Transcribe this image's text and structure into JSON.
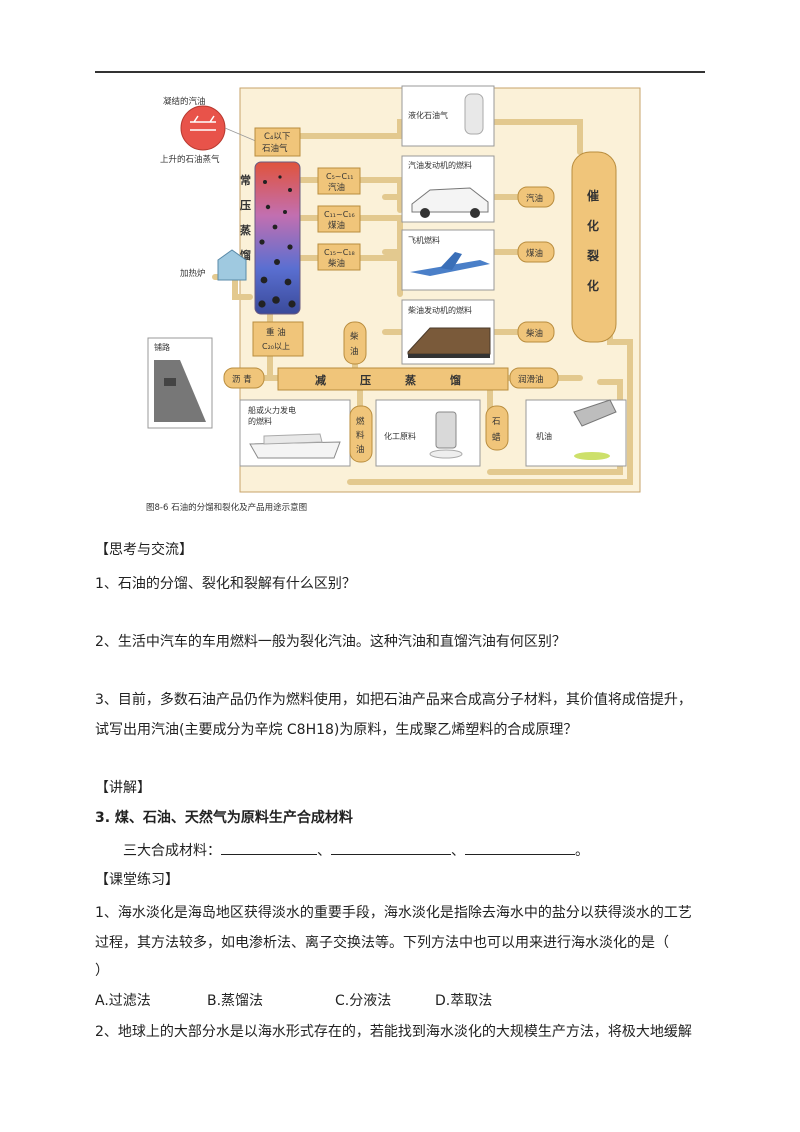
{
  "figure": {
    "caption": "图8-6   石油的分馏和裂化及产品用途示意图",
    "condensed_gas_label": "凝结的汽油",
    "rising_vapor_label": "上升的石油蒸气",
    "tower_label": [
      "常",
      "压",
      "蒸",
      "馏"
    ],
    "furnace_label": "加热炉",
    "fraction_c4": [
      "C₄以下",
      "石油气"
    ],
    "fraction_gasoline": [
      "C₅~C₁₁",
      "汽油"
    ],
    "fraction_kerosene": [
      "C₁₁~C₁₆",
      "煤油"
    ],
    "fraction_diesel": [
      "C₁₅~C₁₈",
      "柴油"
    ],
    "heavy_oil": [
      "重 油",
      "C₂₀以上"
    ],
    "lpg_box": "液化石油气",
    "car_box": "汽油发动机的燃料",
    "plane_box": "飞机燃料",
    "train_box": "柴油发动机的燃料",
    "road_box": "铺路",
    "ship_box": [
      "船或火力发电",
      "的燃料"
    ],
    "chem_box": "化工原料",
    "lube_box": "机油",
    "cracking_label": [
      "催",
      "化",
      "裂",
      "化"
    ],
    "crack_gasoline": "汽油",
    "crack_kerosene": "煤油",
    "crack_diesel": "柴油",
    "vacuum_label": [
      "减",
      "压",
      "蒸",
      "馏"
    ],
    "asphalt": "沥 青",
    "diesel_vert": [
      "柴",
      "油"
    ],
    "fuel_oil_vert": [
      "燃",
      "料",
      "油"
    ],
    "wax_vert": [
      "石",
      "蜡"
    ],
    "lube_oil": "润滑油"
  },
  "section_think": "【思考与交流】",
  "q1": "1、石油的分馏、裂化和裂解有什么区别？",
  "q2": "2、生活中汽车的车用燃料一般为裂化汽油。这种汽油和直馏汽油有何区别？",
  "q3_line1": "3、目前，多数石油产品仍作为燃料使用，如把石油产品来合成高分子材料，其价值将成倍提升，",
  "q3_line2": "试写出用汽油(主要成分为辛烷 C8H18)为原料，生成聚乙烯塑料的合成原理？",
  "section_lecture": "【讲解】",
  "heading3": "3.  煤、石油、天然气为原料生产合成材料",
  "materials_label": "三大合成材料：",
  "sep1": "、",
  "sep2": "、",
  "end_mark": "。",
  "section_practice": "【课堂练习】",
  "p1_line1": "1、海水淡化是海岛地区获得淡水的重要手段，海水淡化是指除去海水中的盐分以获得淡水的工艺",
  "p1_line2": "过程，其方法较多，如电渗析法、离子交换法等。下列方法中也可以用来进行海水淡化的是（",
  "p1_line3": "）",
  "choices": [
    "A.过滤法",
    "B.蒸馏法",
    "C.分液法",
    "D.萃取法"
  ],
  "p2_line1": "2、地球上的大部分水是以海水形式存在的，若能找到海水淡化的大规模生产方法，将极大地缓解"
}
